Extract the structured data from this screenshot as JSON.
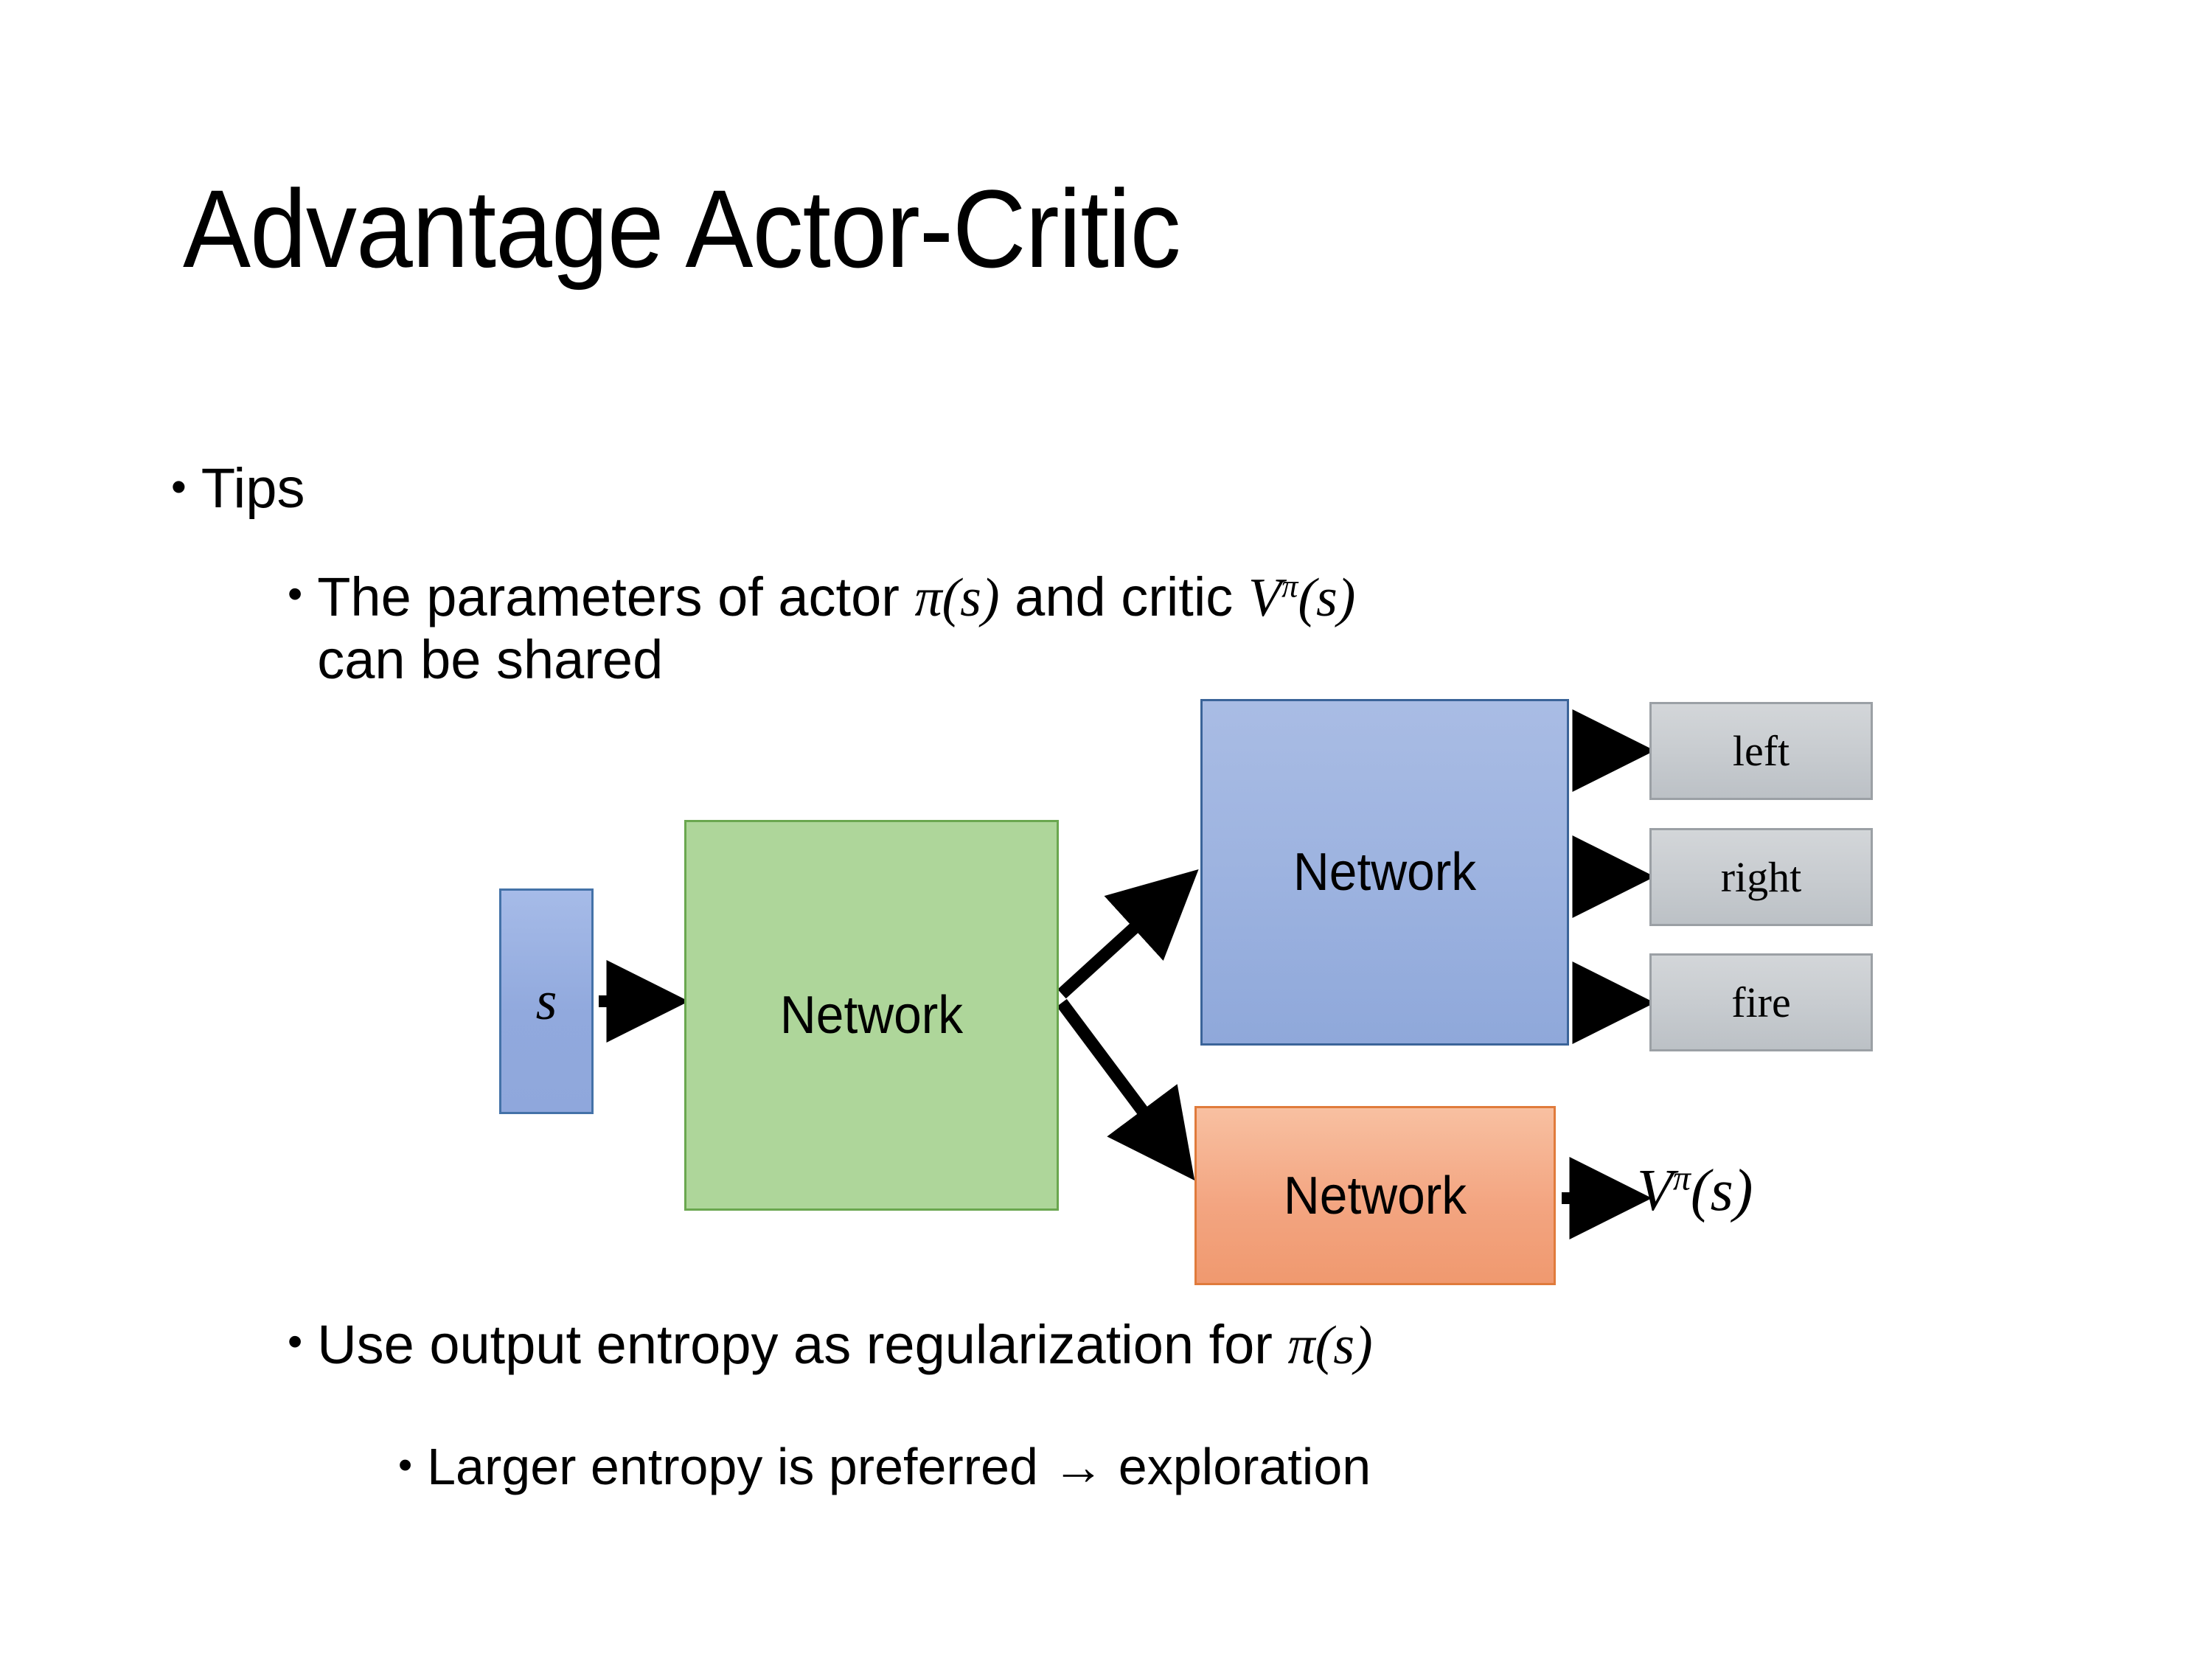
{
  "slide": {
    "title": "Advantage Actor-Critic",
    "background": "#ffffff"
  },
  "bullets": [
    {
      "level": 1,
      "marker": "•",
      "text": "Tips"
    },
    {
      "level": 2,
      "marker": "•",
      "text_before_math": "The parameters of actor ",
      "math_1": "π(s)",
      "text_middle": "  and critic ",
      "math_2_base": "V",
      "math_2_sup": "π",
      "math_2_arg": "(s)",
      "text_after": "can be shared",
      "full_text": "The parameters of actor π(s)  and critic Vπ(s) can be shared"
    },
    {
      "level": 2,
      "marker": "•",
      "text_before_math": "Use output entropy as regularization for ",
      "math_1": "π(s)",
      "full_text": "Use output entropy as regularization for π(s)"
    },
    {
      "level": 3,
      "marker": "•",
      "text": "Larger entropy is preferred → exploration"
    }
  ],
  "diagram": {
    "state_node": {
      "label": "s",
      "fill": "#97aedd",
      "border": "#4472a8"
    },
    "shared_network": {
      "label": "Network",
      "fill": "#aed69a",
      "border": "#6aa74f"
    },
    "actor_network": {
      "label": "Network",
      "fill": "#9db3e0",
      "border": "#3b6499"
    },
    "critic_network": {
      "label": "Network",
      "fill": "#f3a581",
      "border": "#e07b3c"
    },
    "actions": [
      {
        "label": "left",
        "fill": "#c8ccd0",
        "border": "#9ba0a5"
      },
      {
        "label": "right",
        "fill": "#c8ccd0",
        "border": "#9ba0a5"
      },
      {
        "label": "fire",
        "fill": "#c8ccd0",
        "border": "#9ba0a5"
      }
    ],
    "value_output": {
      "base": "V",
      "superscript": "π",
      "argument": "(s)"
    },
    "arrow_color": "#000000"
  }
}
